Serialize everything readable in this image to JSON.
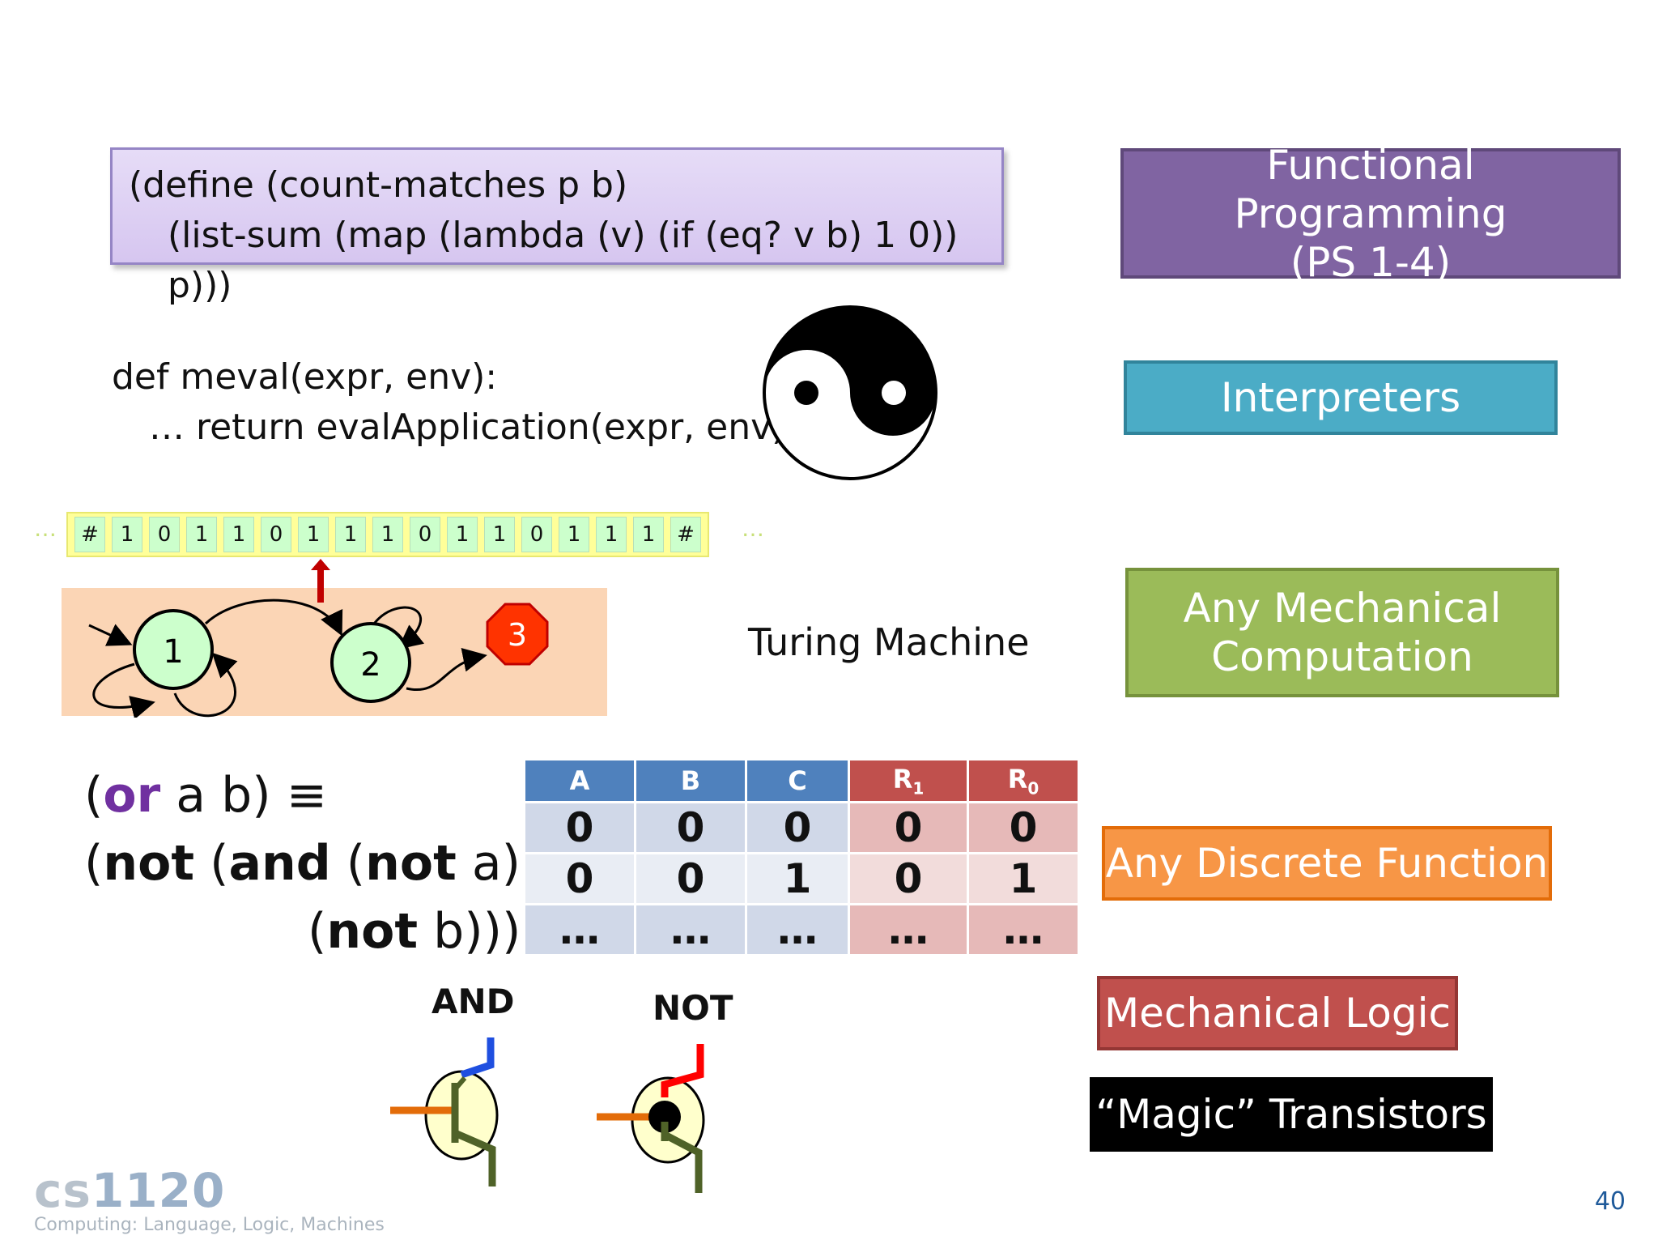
{
  "scheme_code": {
    "line1": "(define (count-matches p b)",
    "line2": "(list-sum (map (lambda (v) (if (eq? v b) 1 0)) p)))"
  },
  "python_code": {
    "line1": "def meval(expr, env):",
    "line2": "… return evalApplication(expr, env)"
  },
  "tape": {
    "cells": [
      "#",
      "1",
      "0",
      "1",
      "1",
      "0",
      "1",
      "1",
      "1",
      "0",
      "1",
      "1",
      "0",
      "1",
      "1",
      "1",
      "#"
    ],
    "ellipsis": "…"
  },
  "state_machine": {
    "states": [
      "1",
      "2",
      "3"
    ]
  },
  "turing_label": "Turing Machine",
  "formula": {
    "p1": "(",
    "or": "or",
    "p2": " a b) ≡",
    "l2_open": "(",
    "not1": "not",
    "l2_mid": " (",
    "and": "and",
    "l2_mid2": " (",
    "not2": "not",
    "l2_end": " a)",
    "l3_open": "(",
    "not3": "not",
    "l3_end": " b)))"
  },
  "truth_table": {
    "headers": [
      "A",
      "B",
      "C",
      "R",
      "R"
    ],
    "subscripts": [
      "1",
      "0"
    ],
    "rows": [
      [
        "0",
        "0",
        "0",
        "0",
        "0"
      ],
      [
        "0",
        "0",
        "1",
        "0",
        "1"
      ],
      [
        "…",
        "…",
        "…",
        "…",
        "…"
      ]
    ]
  },
  "gates": {
    "and_label": "AND",
    "not_label": "NOT"
  },
  "right_labels": {
    "fp_line1": "Functional Programming",
    "fp_line2": "(PS 1-4)",
    "interpreters": "Interpreters",
    "mech_line1": "Any Mechanical",
    "mech_line2": "Computation",
    "discrete": "Any Discrete Function",
    "logic": "Mechanical Logic",
    "magic": "“Magic” Transistors"
  },
  "logo": {
    "cs": "cs",
    "num": "1120",
    "subtitle": "Computing: Language, Logic, Machines"
  },
  "page_number": "40",
  "colors": {
    "purple": "#8064a2",
    "teal": "#4bacc6",
    "green": "#9bbb59",
    "orange": "#f79646",
    "red": "#c0504d",
    "black": "#000000"
  }
}
